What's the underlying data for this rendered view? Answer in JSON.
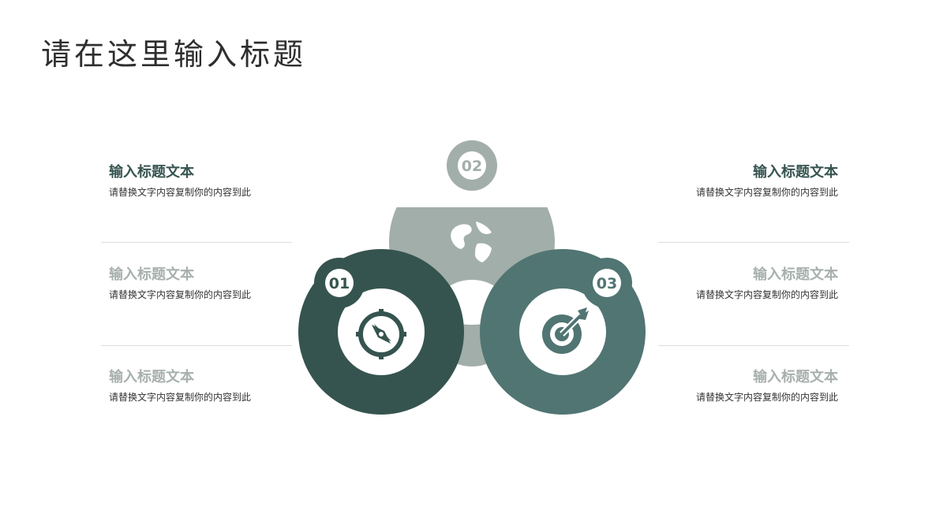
{
  "title": "请在这里输入标题",
  "left_items": [
    {
      "heading": "输入标题文本",
      "desc": "请替换文字内容复制你的内容到此"
    },
    {
      "heading": "输入标题文本",
      "desc": "请替换文字内容复制你的内容到此"
    },
    {
      "heading": "输入标题文本",
      "desc": "请替换文字内容复制你的内容到此"
    }
  ],
  "right_items": [
    {
      "heading": "输入标题文本",
      "desc": "请替换文字内容复制你的内容到此"
    },
    {
      "heading": "输入标题文本",
      "desc": "请替换文字内容复制你的内容到此"
    },
    {
      "heading": "输入标题文本",
      "desc": "请替换文字内容复制你的内容到此"
    }
  ],
  "steps": [
    {
      "number": "01",
      "icon": "compass-icon",
      "color": "#36544f"
    },
    {
      "number": "02",
      "icon": "globe-icon",
      "color": "#a2aea9"
    },
    {
      "number": "03",
      "icon": "target-icon",
      "color": "#517573"
    }
  ],
  "colors": {
    "heading_primary": "#36544f",
    "heading_muted": "#a7b0ad",
    "divider": "#d9dedc"
  }
}
